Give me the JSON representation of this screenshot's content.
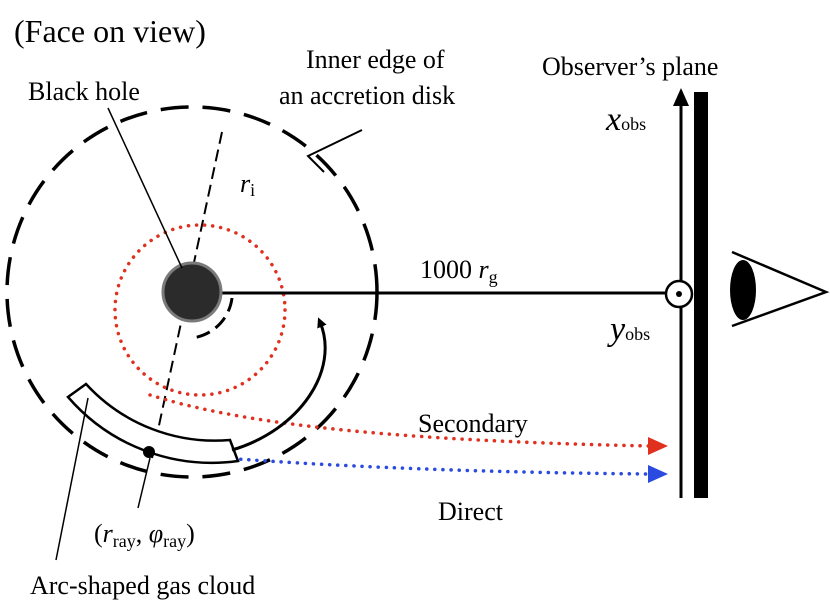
{
  "labels": {
    "view_title": "(Face on view)",
    "black_hole": "Black hole",
    "inner_edge_line1": "Inner edge of",
    "inner_edge_line2": "an accretion disk",
    "observer_plane": "Observer’s plane",
    "x_obs_main": "x",
    "x_obs_sub": "obs",
    "y_obs_main": "y",
    "y_obs_sub": "obs",
    "r_i_main": "r",
    "r_i_sub": "i",
    "distance_value": "1000",
    "distance_unit_main": "r",
    "distance_unit_sub": "g",
    "secondary": "Secondary",
    "direct": "Direct",
    "ray_coord_open": "(",
    "ray_r_main": "r",
    "ray_r_sub": "ray",
    "ray_comma": ", ",
    "ray_phi_main": "φ",
    "ray_phi_sub": "ray",
    "ray_coord_close": ")",
    "arc_cloud": "Arc-shaped gas cloud"
  },
  "colors": {
    "ink": "#000000",
    "black_hole_fill": "#2b2b2b",
    "black_hole_stroke": "#7a7a7a",
    "secondary_ray": "#e0301e",
    "direct_ray": "#2b4be0",
    "background": "#ffffff"
  }
}
